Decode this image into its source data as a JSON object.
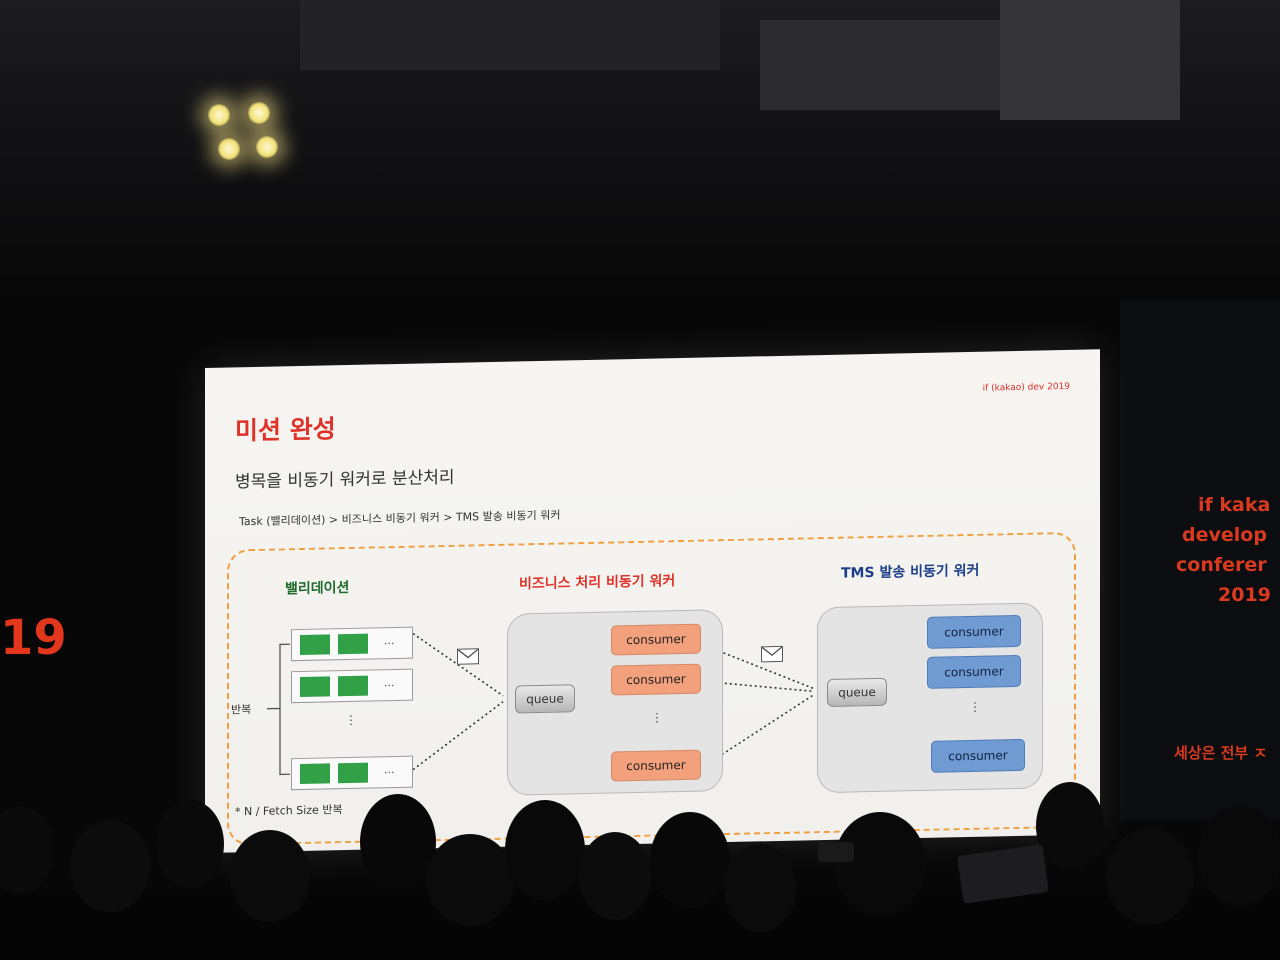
{
  "slide": {
    "title": "미션 완성",
    "brand": "if (kakao) dev 2019",
    "subtitle": "병목을 비동기 워커로 분산처리",
    "path": "Task (밸리데이션) > 비즈니스 비동기 워커 > TMS 발송 비동기 워커",
    "footnote": "* N / Fetch Size 반복",
    "columns": {
      "validation": {
        "title": "밸리데이션",
        "repeat_label": "반복",
        "row_dots": "...",
        "vdots": "⋮"
      },
      "business": {
        "title": "비즈니스 처리 비동기 워커",
        "queue": "queue",
        "consumers": [
          "consumer",
          "consumer",
          "consumer"
        ],
        "vdots": "⋮"
      },
      "tms": {
        "title": "TMS 발송 비동기 워커",
        "queue": "queue",
        "consumers": [
          "consumer",
          "consumer",
          "consumer"
        ],
        "vdots": "⋮"
      }
    },
    "icons": [
      "envelope-icon",
      "envelope-icon"
    ]
  },
  "venue": {
    "side_banner_lines": [
      "if kaka",
      "develop",
      "conferer",
      "2019"
    ],
    "side_banner_tagline": "세상은 전부 ㅈ",
    "left_edge_text": "19"
  },
  "colors": {
    "accent_red": "#e0322a",
    "validation_green": "#32a047",
    "consumer_orange": "#f3a07c",
    "consumer_blue": "#6f9bd2",
    "frame_orange": "#f0a043"
  }
}
